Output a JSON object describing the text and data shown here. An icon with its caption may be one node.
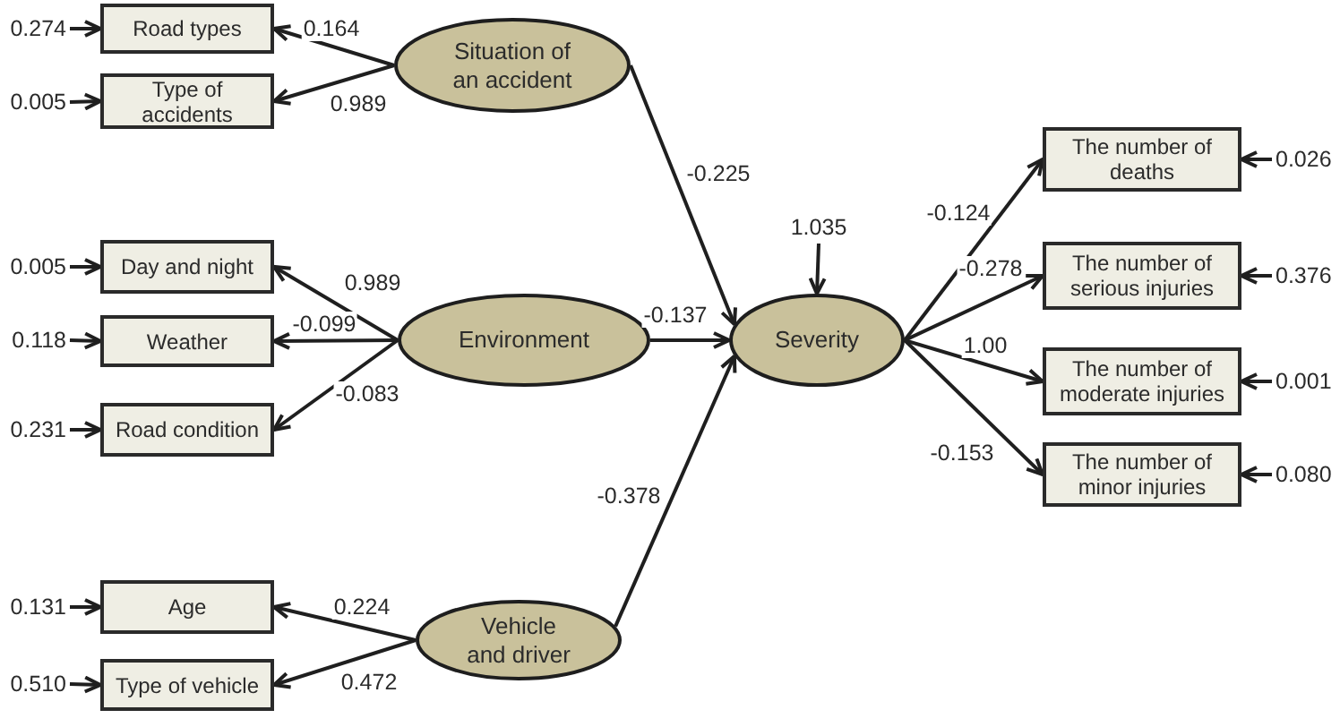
{
  "diagram": {
    "nodes": [
      {
        "text": [
          "0.274"
        ]
      },
      {
        "text": [
          "Road types"
        ]
      },
      {
        "text": [
          "0.005"
        ]
      },
      {
        "text": [
          "Type of accidents"
        ]
      },
      {
        "text": [
          "Situation of an accident"
        ]
      },
      {
        "text": [
          "0.005"
        ]
      },
      {
        "text": [
          "Day and night"
        ]
      },
      {
        "text": [
          "0.118"
        ]
      },
      {
        "text": [
          "Weather"
        ]
      },
      {
        "text": [
          "0.231"
        ]
      },
      {
        "text": [
          "Road condition"
        ]
      },
      {
        "text": [
          "Environment"
        ]
      },
      {
        "text": [
          "0.131"
        ]
      },
      {
        "text": [
          "Age"
        ]
      },
      {
        "text": [
          "0.510"
        ]
      },
      {
        "text": [
          "Type of vehicle"
        ]
      },
      {
        "text": [
          "Vehicle and driver"
        ]
      },
      {
        "text": [
          "1.035"
        ]
      },
      {
        "text": [
          "Severity"
        ]
      },
      {
        "text": [
          "The number of deaths"
        ]
      },
      {
        "text": [
          "0.026"
        ]
      },
      {
        "text": [
          "The number of serious injuries"
        ]
      },
      {
        "text": [
          "0.376"
        ]
      },
      {
        "text": [
          "The number of moderate injuries"
        ]
      },
      {
        "text": [
          "0.001"
        ]
      },
      {
        "text": [
          "The number of minor injuries"
        ]
      },
      {
        "text": [
          "0.080"
        ]
      }
    ],
    "edges": [
      {
        "from": 0,
        "to": 1,
        "arrow": "to"
      },
      {
        "from": 2,
        "to": 3,
        "arrow": "to"
      },
      {
        "from": 4,
        "to": 1,
        "arrow": "to",
        "label": "0.164"
      },
      {
        "from": 4,
        "to": 3,
        "arrow": "to",
        "label": "0.989"
      },
      {
        "from": 5,
        "to": 6,
        "arrow": "to"
      },
      {
        "from": 7,
        "to": 8,
        "arrow": "to"
      },
      {
        "from": 9,
        "to": 10,
        "arrow": "to"
      },
      {
        "from": 11,
        "to": 6,
        "arrow": "to",
        "label": "0.989"
      },
      {
        "from": 11,
        "to": 8,
        "arrow": "to",
        "label": "-0.099"
      },
      {
        "from": 11,
        "to": 10,
        "arrow": "to",
        "label": "-0.083"
      },
      {
        "from": 12,
        "to": 13,
        "arrow": "to"
      },
      {
        "from": 14,
        "to": 15,
        "arrow": "to"
      },
      {
        "from": 16,
        "to": 13,
        "arrow": "to",
        "label": "0.224"
      },
      {
        "from": 16,
        "to": 15,
        "arrow": "to",
        "label": "0.472"
      },
      {
        "from": 4,
        "to": 18,
        "arrow": "to",
        "label": "-0.225"
      },
      {
        "from": 11,
        "to": 18,
        "arrow": "to",
        "label": "-0.137"
      },
      {
        "from": 16,
        "to": 18,
        "arrow": "to",
        "label": "-0.378"
      },
      {
        "from": 17,
        "to": 18,
        "arrow": "to"
      },
      {
        "from": 18,
        "to": 19,
        "arrow": "to",
        "label": "-0.124"
      },
      {
        "from": 18,
        "to": 21,
        "arrow": "to",
        "label": "-0.278"
      },
      {
        "from": 18,
        "to": 23,
        "arrow": "to",
        "label": "1.00"
      },
      {
        "from": 18,
        "to": 25,
        "arrow": "to",
        "label": "-0.153"
      },
      {
        "from": 20,
        "to": 19,
        "arrow": "to"
      },
      {
        "from": 22,
        "to": 21,
        "arrow": "to"
      },
      {
        "from": 24,
        "to": 23,
        "arrow": "to"
      },
      {
        "from": 26,
        "to": 25,
        "arrow": "to"
      }
    ]
  }
}
